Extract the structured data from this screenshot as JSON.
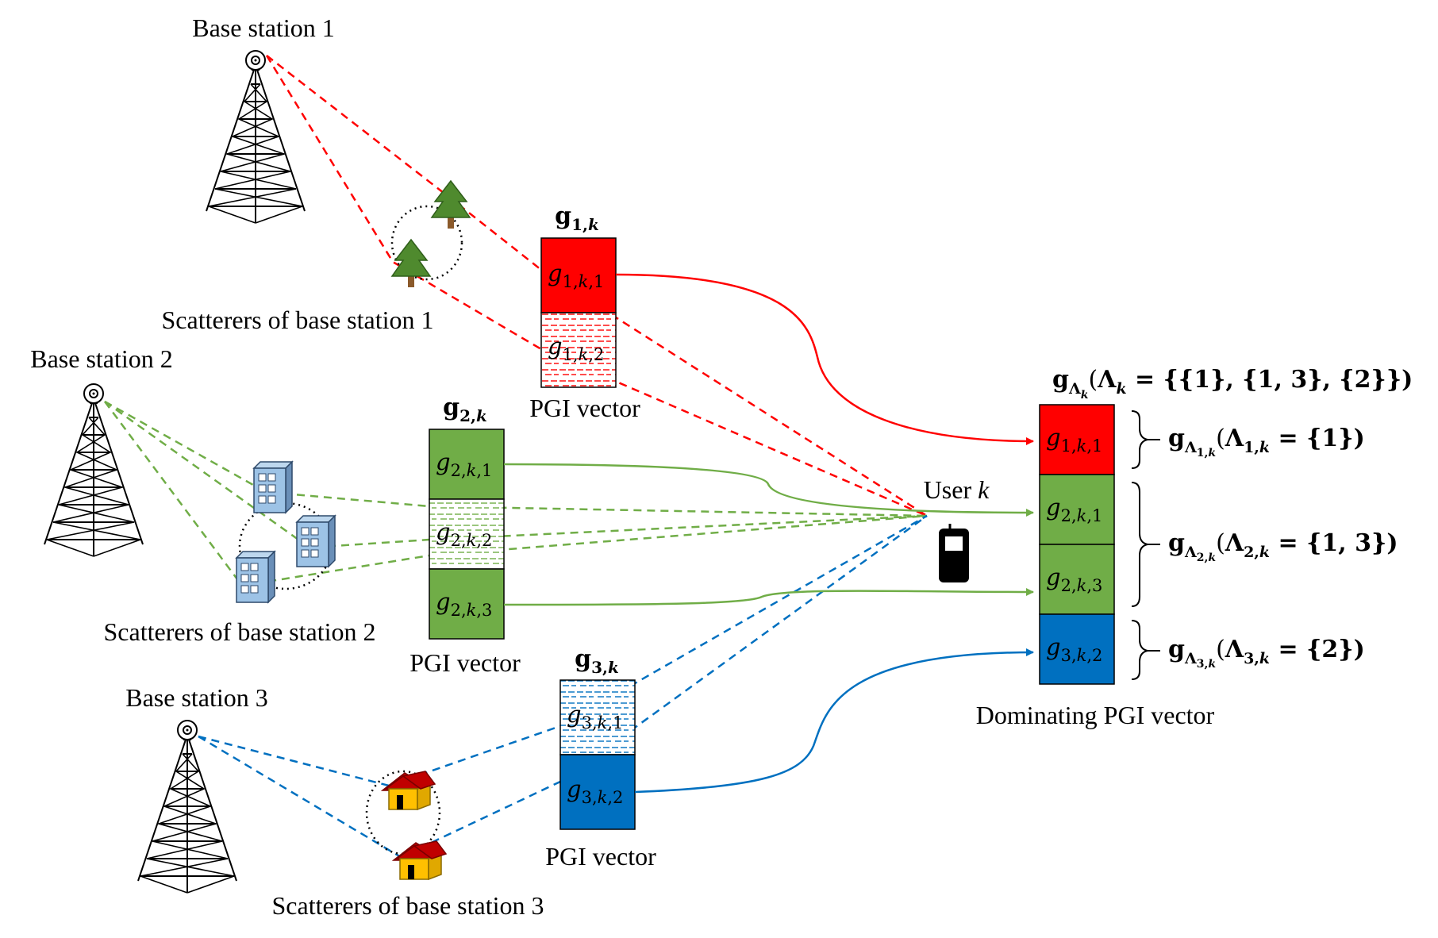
{
  "base_stations": [
    {
      "label": "Base station 1",
      "scatterers_label": "Scatterers of base station 1"
    },
    {
      "label": "Base station 2",
      "scatterers_label": "Scatterers of base station 2"
    },
    {
      "label": "Base station 3",
      "scatterers_label": "Scatterers of base station 3"
    }
  ],
  "pgi_vector_label": "PGI vector",
  "vectors": [
    {
      "name": "g",
      "index": "1",
      "user": "k",
      "cells": [
        {
          "base": "g",
          "sub_a": "1,",
          "sub_b": "k",
          "sub_c": ",1",
          "style": "solid"
        },
        {
          "base": "g",
          "sub_a": "1,",
          "sub_b": "k",
          "sub_c": ",2",
          "style": "dashed"
        }
      ]
    },
    {
      "name": "g",
      "index": "2",
      "user": "k",
      "cells": [
        {
          "base": "g",
          "sub_a": "2,",
          "sub_b": "k",
          "sub_c": ",1",
          "style": "solid"
        },
        {
          "base": "g",
          "sub_a": "2,",
          "sub_b": "k",
          "sub_c": ",2",
          "style": "dashed"
        },
        {
          "base": "g",
          "sub_a": "2,",
          "sub_b": "k",
          "sub_c": ",3",
          "style": "solid"
        }
      ]
    },
    {
      "name": "g",
      "index": "3",
      "user": "k",
      "cells": [
        {
          "base": "g",
          "sub_a": "3,",
          "sub_b": "k",
          "sub_c": ",1",
          "style": "dashed"
        },
        {
          "base": "g",
          "sub_a": "3,",
          "sub_b": "k",
          "sub_c": ",2",
          "style": "solid"
        }
      ]
    }
  ],
  "user": {
    "label": "User ",
    "label_italic": "k"
  },
  "dominating": {
    "label": "Dominating PGI vector",
    "header": {
      "g": "g",
      "sub_main": "Λ",
      "sub_k": "k",
      "open": "(",
      "lambda": "Λ",
      "lambda_sub": "k",
      "rhs": " = {{1}, {1, 3}, {2}})"
    },
    "cells": [
      {
        "base": "g",
        "sub_a": "1,",
        "sub_b": "k",
        "sub_c": ",1"
      },
      {
        "base": "g",
        "sub_a": "2,",
        "sub_b": "k",
        "sub_c": ",1"
      },
      {
        "base": "g",
        "sub_a": "2,",
        "sub_b": "k",
        "sub_c": ",3"
      },
      {
        "base": "g",
        "sub_a": "3,",
        "sub_b": "k",
        "sub_c": ",2"
      }
    ],
    "groups": [
      {
        "g": "g",
        "lam": "Λ",
        "idx": "1",
        "k": "k",
        "open": "(",
        "rhs": " = {1})"
      },
      {
        "g": "g",
        "lam": "Λ",
        "idx": "2",
        "k": "k",
        "open": "(",
        "rhs": " = {1, 3})"
      },
      {
        "g": "g",
        "lam": "Λ",
        "idx": "3",
        "k": "k",
        "open": "(",
        "rhs": " = {2})"
      }
    ]
  },
  "colors": {
    "bs1": "#ff0000",
    "bs2": "#70ad47",
    "bs3": "#0070c0",
    "bs1_cell": "#ff0000",
    "bs2_cell": "#70ad47",
    "bs3_cell": "#0070c0"
  },
  "icons": [
    "tower-icon",
    "tree-icon",
    "building-icon",
    "house-icon",
    "phone-icon"
  ]
}
